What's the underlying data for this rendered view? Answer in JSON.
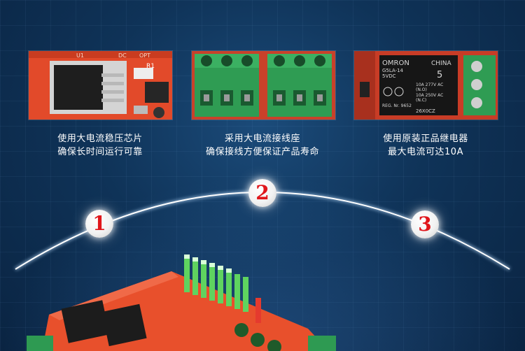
{
  "features": [
    {
      "photo_icon": "voltage-regulator-chip-photo",
      "silkscreen": [
        "U1",
        "DC",
        "OPT",
        "R1"
      ],
      "caption_line1": "使用大电流稳压芯片",
      "caption_line2": "确保长时间运行可靠"
    },
    {
      "photo_icon": "screw-terminal-block-photo",
      "caption_line1": "采用大电流接线座",
      "caption_line2": "确保接线方便保证产品寿命"
    },
    {
      "photo_icon": "omron-relay-photo",
      "relay_text": {
        "brand": "OMRON",
        "origin": "CHINA",
        "model": "G5LA-14",
        "coil": "5VDC",
        "number": "5",
        "rating1": "10A 277V AC",
        "rating1_note": "(N.O)",
        "rating2": "10A 250V AC",
        "rating2_note": "(N.C)",
        "reg": "REG. Nr. 9652",
        "code": "26X0CZ"
      },
      "caption_line1": "使用原装正品继电器",
      "caption_line2": "最大电流可达10A"
    }
  ],
  "badges": [
    "1",
    "2",
    "3"
  ],
  "colors": {
    "badge_number": "#e0161b",
    "board": "#e8502c",
    "terminal": "#2e9a52",
    "background": "#0f3358"
  },
  "board_photo": "relay-module-board-photo"
}
